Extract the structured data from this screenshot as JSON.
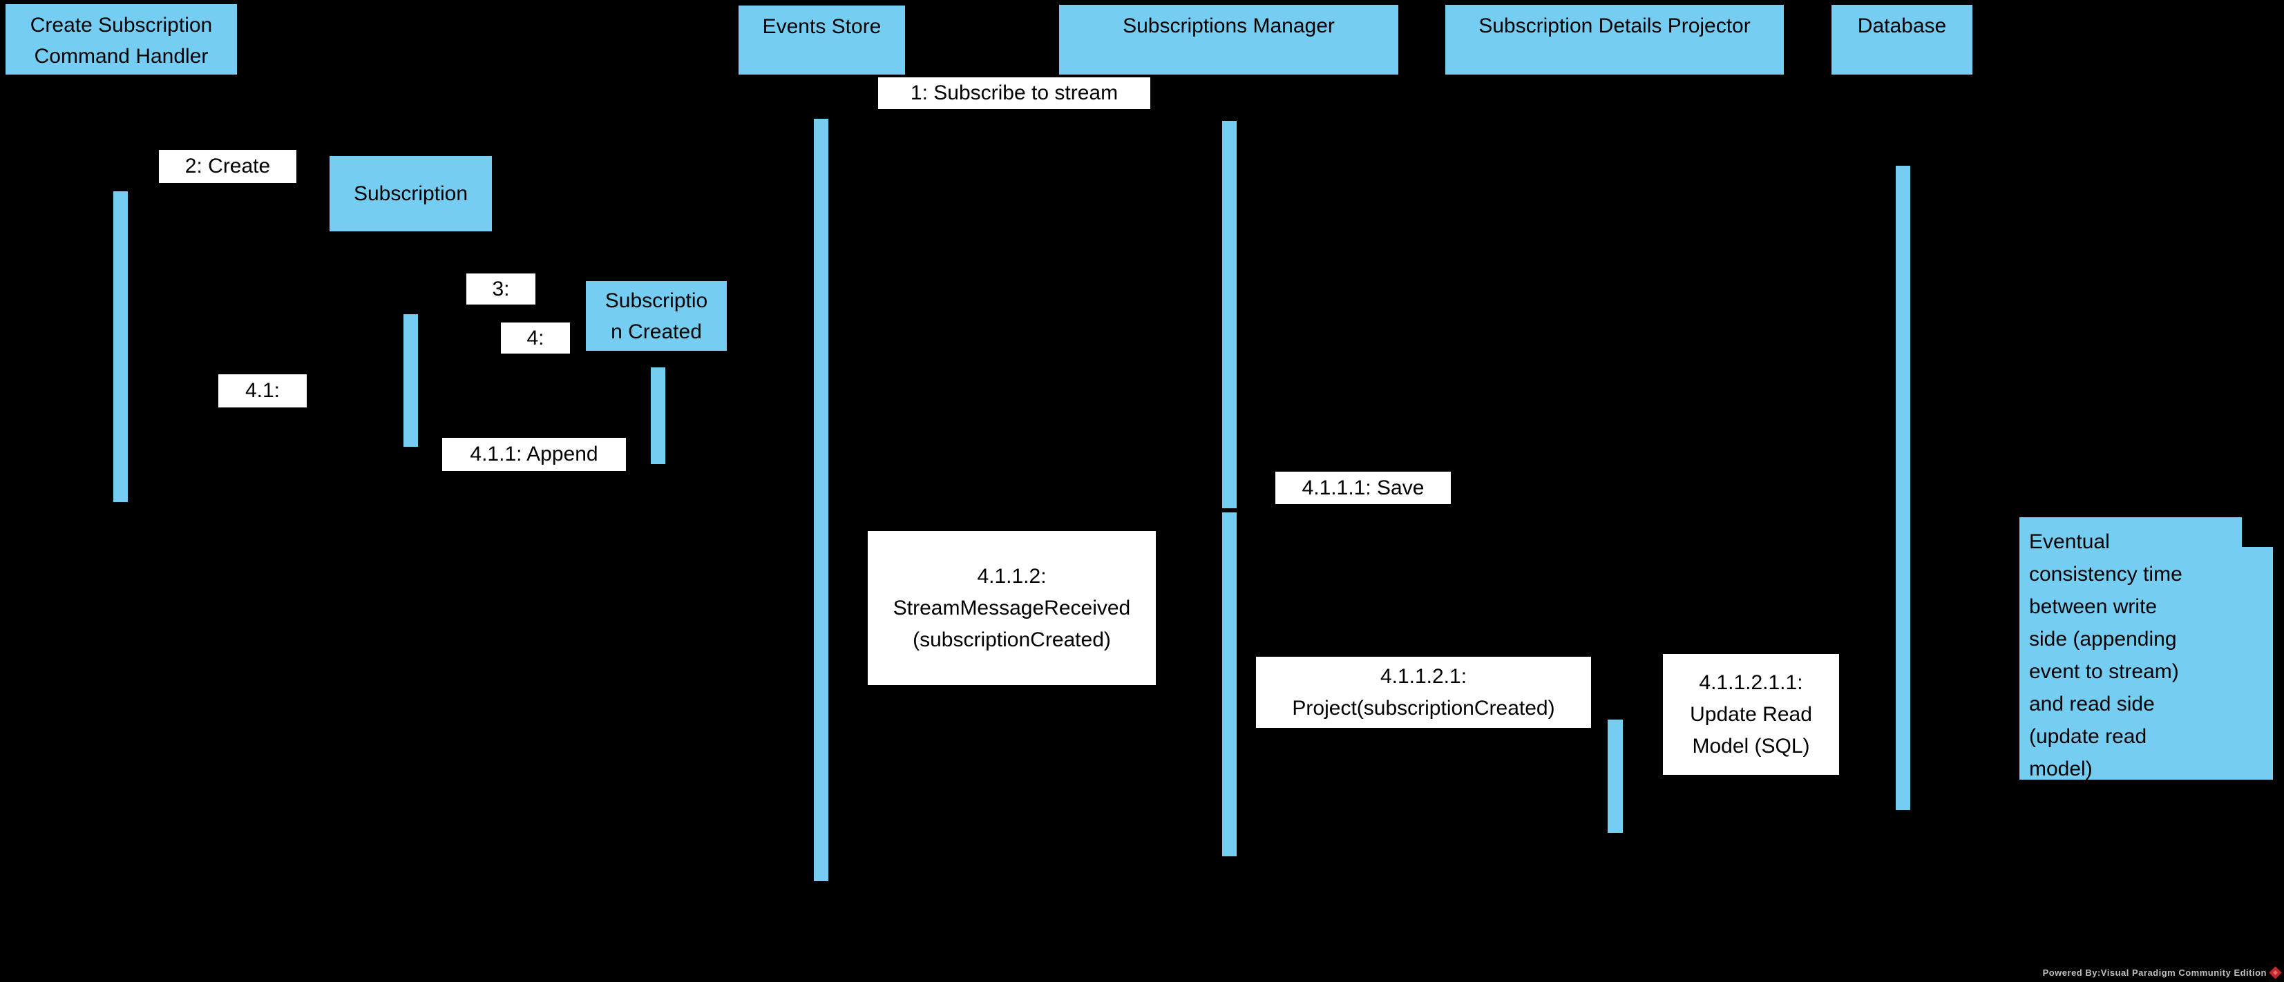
{
  "colors": {
    "background": "#000000",
    "shape_fill": "#75CDF2",
    "message_label_bg": "#FFFFFF",
    "diagram_text": "#000000",
    "footer_text": "#C0C0C0",
    "footer_logo_red": "#C4262E"
  },
  "participants": [
    {
      "label": "Create Subscription\nCommand Handler"
    },
    {
      "label": "Events Store"
    },
    {
      "label": "Subscriptions Manager"
    },
    {
      "label": "Subscription Details Projector"
    },
    {
      "label": "Database"
    }
  ],
  "objects": [
    {
      "label": "Subscription"
    },
    {
      "label": "Subscriptio\nn Created"
    }
  ],
  "messages": [
    {
      "label": "1: Subscribe to stream"
    },
    {
      "label": "2: Create"
    },
    {
      "label": "3:"
    },
    {
      "label": "4:"
    },
    {
      "label": "4.1:"
    },
    {
      "label": "4.1.1: Append"
    },
    {
      "label": "4.1.1.1: Save"
    },
    {
      "label": "4.1.1.2:\nStreamMessageReceived\n(subscriptionCreated)"
    },
    {
      "label": "4.1.1.2.1:\nProject(subscriptionCreated)"
    },
    {
      "label": "4.1.1.2.1.1:\nUpdate Read\nModel (SQL)"
    }
  ],
  "note": {
    "text": "Eventual\nconsistency time\nbetween write\nside (appending\nevent to stream)\nand read side\n(update read\nmodel)"
  },
  "footer": {
    "text": "Powered By:Visual Paradigm Community Edition"
  }
}
